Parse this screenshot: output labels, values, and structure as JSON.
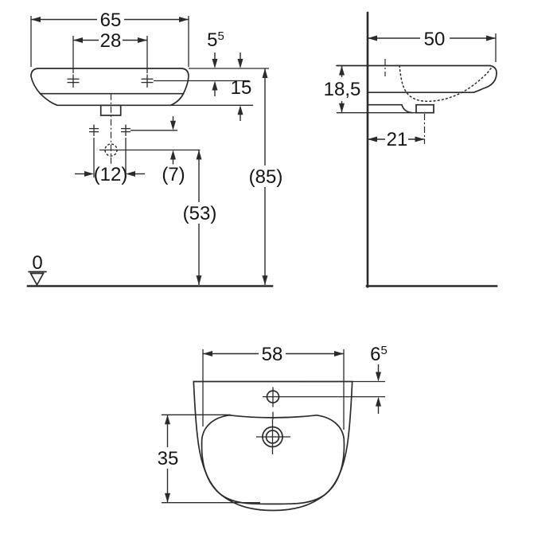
{
  "drawing": {
    "front_view": {
      "overall_width": "65",
      "tap_hole_spacing": "28",
      "rim_to_tap_base": "5",
      "rim_to_tap_sup": "5",
      "body_height": "15",
      "fixing_hole_spacing": "(12)",
      "fixing_to_drain": "(7)",
      "drain_height_from_floor": "(53)",
      "rim_height_from_floor": "(85)",
      "floor_datum": "0"
    },
    "side_view": {
      "depth": "50",
      "front_edge_height": "18,5",
      "drain_to_wall": "21"
    },
    "plan_view": {
      "bowl_width": "58",
      "tap_offset_base": "6",
      "tap_offset_sup": "5",
      "bowl_depth": "35"
    }
  }
}
